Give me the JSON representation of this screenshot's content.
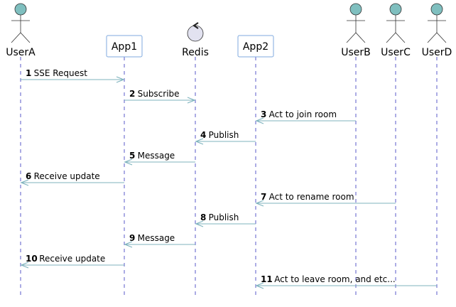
{
  "diagram": {
    "type": "sequence",
    "colors": {
      "arrow": "#7FB3BE",
      "lifeline": "#5A5AC8",
      "actor_fill": "#7FBFBF",
      "box_border": "#7FAADF",
      "control_fill": "#E2E2F0",
      "text": "#000000"
    },
    "participants": [
      {
        "id": "UserA",
        "label": "UserA",
        "kind": "actor"
      },
      {
        "id": "App1",
        "label": "App1",
        "kind": "participant"
      },
      {
        "id": "Redis",
        "label": "Redis",
        "kind": "control"
      },
      {
        "id": "App2",
        "label": "App2",
        "kind": "participant"
      },
      {
        "id": "UserB",
        "label": "UserB",
        "kind": "actor"
      },
      {
        "id": "UserC",
        "label": "UserC",
        "kind": "actor"
      },
      {
        "id": "UserD",
        "label": "UserD",
        "kind": "actor"
      }
    ],
    "messages": [
      {
        "num": "1",
        "text": "SSE Request",
        "from": "UserA",
        "to": "App1"
      },
      {
        "num": "2",
        "text": "Subscribe",
        "from": "App1",
        "to": "Redis"
      },
      {
        "num": "3",
        "text": "Act to join room",
        "from": "UserB",
        "to": "App2"
      },
      {
        "num": "4",
        "text": "Publish",
        "from": "App2",
        "to": "Redis"
      },
      {
        "num": "5",
        "text": "Message",
        "from": "Redis",
        "to": "App1"
      },
      {
        "num": "6",
        "text": "Receive update",
        "from": "App1",
        "to": "UserA"
      },
      {
        "num": "7",
        "text": "Act to rename room",
        "from": "UserC",
        "to": "App2"
      },
      {
        "num": "8",
        "text": "Publish",
        "from": "App2",
        "to": "Redis"
      },
      {
        "num": "9",
        "text": "Message",
        "from": "Redis",
        "to": "App1"
      },
      {
        "num": "10",
        "text": "Receive update",
        "from": "App1",
        "to": "UserA"
      },
      {
        "num": "11",
        "text": "Act to leave room, and etc...",
        "from": "UserD",
        "to": "App2"
      }
    ]
  }
}
